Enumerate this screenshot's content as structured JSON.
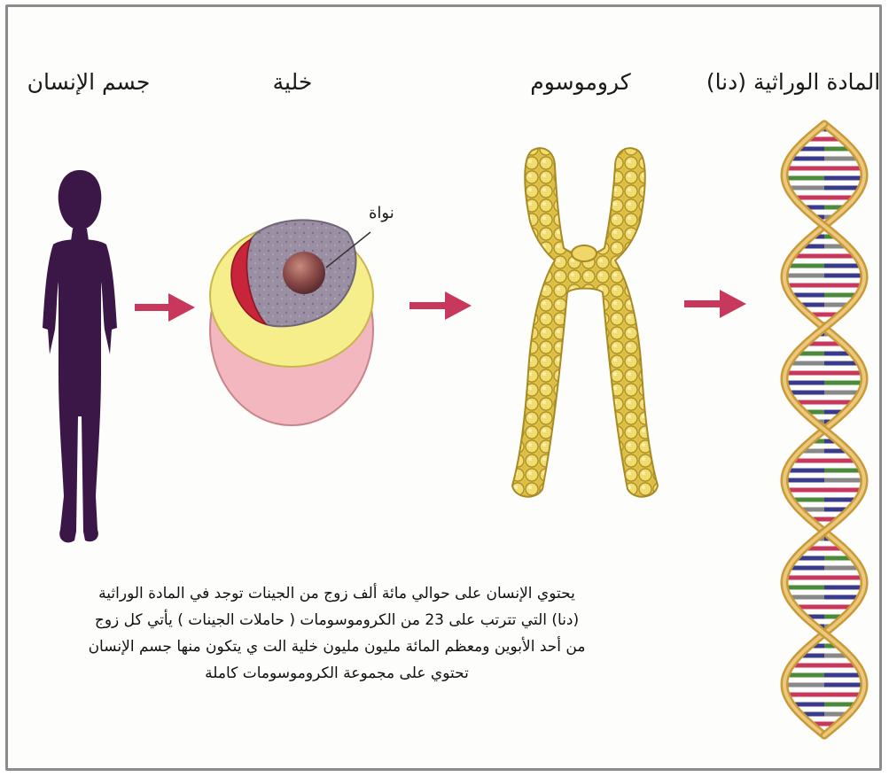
{
  "stages": [
    {
      "label": "جسم الإنسان"
    },
    {
      "label": "خلية"
    },
    {
      "label": "كروموسوم"
    },
    {
      "label": "المادة الوراثية (دنا)"
    }
  ],
  "nucleus_label": "نواة",
  "caption_lines": [
    "يحتوي الإنسان على حوالي مائة ألف زوج من الجينات توجد في المادة الوراثية",
    "(دنا)  التي تترتب على  23  من الكروموسومات  ( حاملات الجينات )  يأتي كل زوج",
    "من أحد الأبوين ومعظم المائة مليون مليون خلية الت        ي يتكون منها جسم الإنسان",
    "تحتوي على مجموعة الكروموسومات كاملة"
  ],
  "colors": {
    "human": "#3a1747",
    "arrow": "#c8385c",
    "cell_yellow": "#f6ee8a",
    "cell_pink": "#f2b7bf",
    "cell_red": "#c8243a",
    "cytoplasm": "#9a8fa3",
    "chromosome": "#e8cf55",
    "dna_backbone": "#c99a3a"
  },
  "icons": [
    "human-silhouette-icon",
    "cell-icon",
    "chromosome-icon",
    "dna-helix-icon",
    "arrow-right-icon"
  ]
}
